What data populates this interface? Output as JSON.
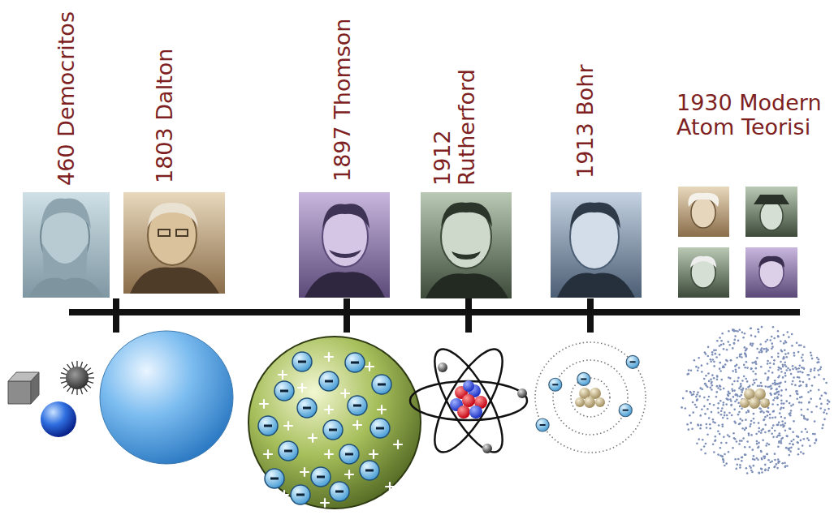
{
  "diagram": {
    "labels": [
      "460 Democritos",
      "1803 Dalton",
      "1897 Thomson",
      "1912 Rutherford",
      "1913 Bohr",
      "1930 Modern Atom Teorisi"
    ]
  }
}
